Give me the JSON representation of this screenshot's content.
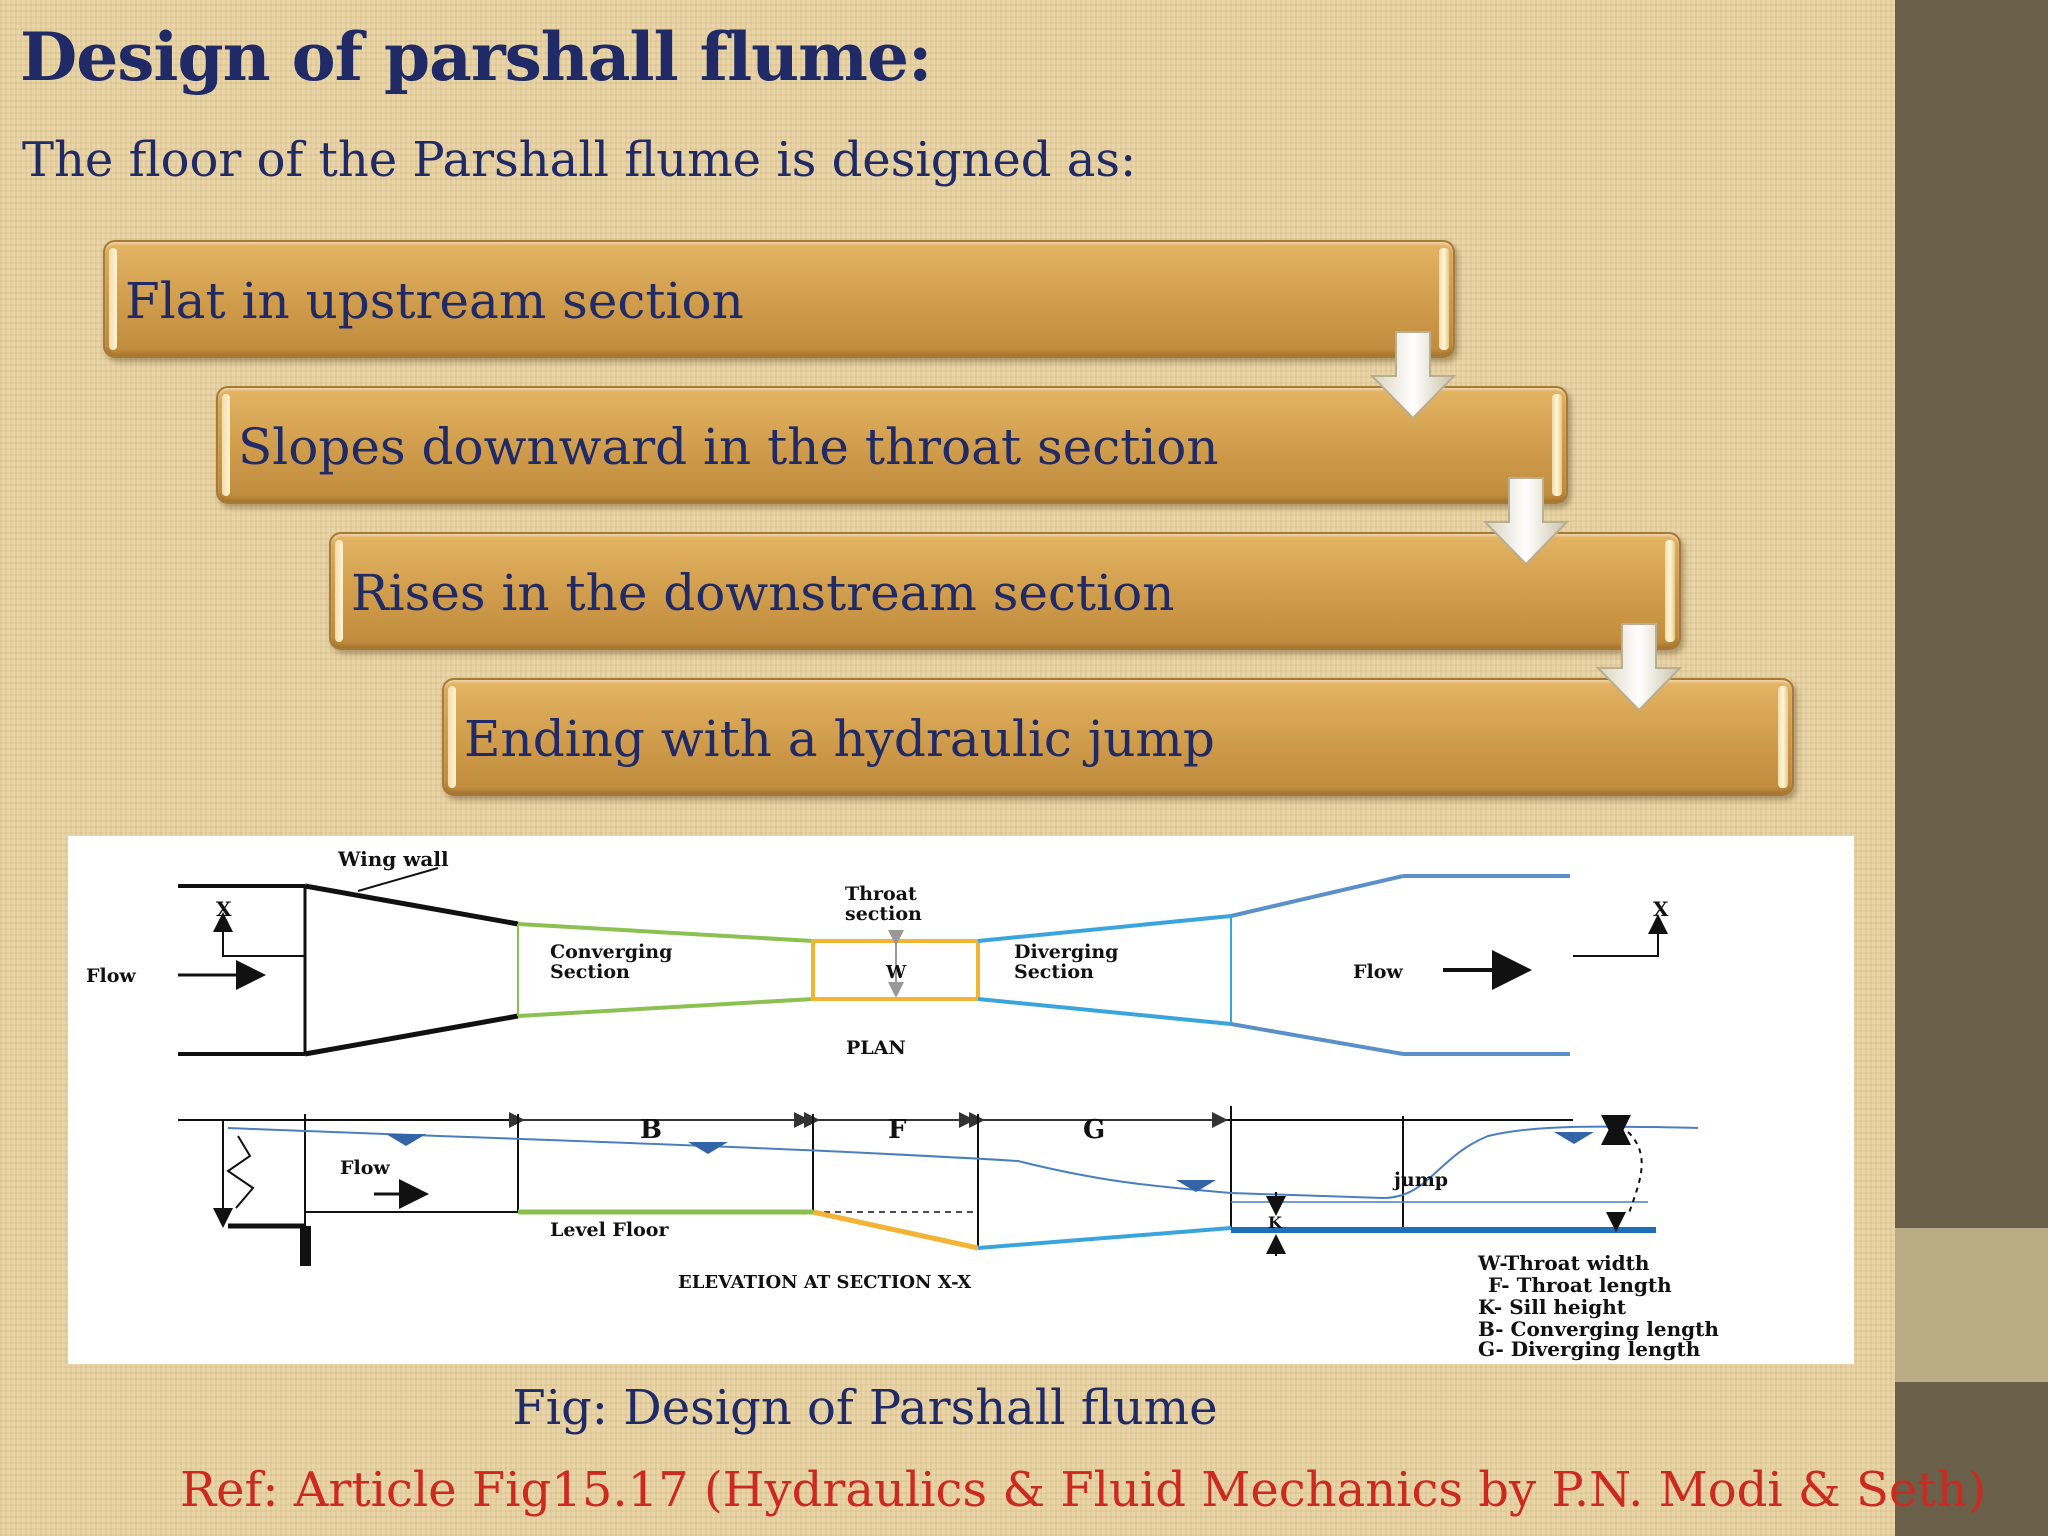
{
  "slide": {
    "title": "Design of parshall flume:",
    "subtitle": "The floor of the Parshall flume is designed as:",
    "steps": [
      {
        "label": "Flat in upstream section"
      },
      {
        "label": "Slopes downward in the throat section"
      },
      {
        "label": "Rises in the downstream section"
      },
      {
        "label": "Ending with a hydraulic jump"
      }
    ],
    "caption": "Fig: Design of Parshall flume",
    "reference": "Ref: Article Fig15.17 (Hydraulics & Fluid Mechanics by P.N. Modi & Seth)"
  },
  "diagram": {
    "plan": {
      "wing_wall": "Wing wall",
      "x_left": "X",
      "x_right": "X",
      "flow_left": "Flow",
      "flow_right": "Flow",
      "converging_1": "Converging",
      "converging_2": "Section",
      "throat_1": "Throat",
      "throat_2": "section",
      "w": "W",
      "diverging_1": "Diverging",
      "diverging_2": "Section",
      "plan_label": "PLAN"
    },
    "elevation": {
      "b": "B",
      "f": "F",
      "g": "G",
      "flow": "Flow",
      "jump": "jump",
      "k": "K",
      "level_floor": "Level Floor",
      "title": "ELEVATION AT SECTION X-X"
    },
    "legend": [
      "W-Throat width",
      "F- Throat length",
      "K- Sill height",
      "B- Converging length",
      "G- Diverging length"
    ],
    "colors": {
      "converging": "#8cc152",
      "throat": "#f5b335",
      "diverging": "#3aa5dc",
      "outlet": "#5b8fc9"
    }
  },
  "colors": {
    "title": "#1f2a66",
    "reference": "#cc2a20",
    "step_fill": "#d3a04f",
    "sidebar": "#6a5f49"
  }
}
